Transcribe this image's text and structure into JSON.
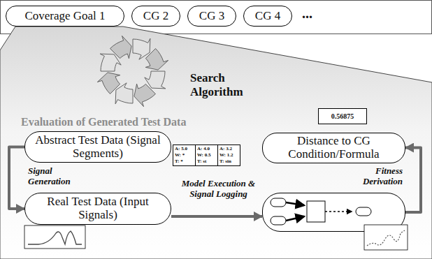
{
  "diagram": {
    "nodes": [
      {
        "text": [
          "Coverage Goal 1"
        ]
      },
      {
        "text": [
          "CG 2"
        ]
      },
      {
        "text": [
          "CG 3"
        ]
      },
      {
        "text": [
          "CG 4"
        ]
      },
      {
        "text": [
          "Abstract Test Data (Signal Segments)"
        ]
      },
      {
        "text": [
          "0.56875"
        ]
      },
      {
        "text": [
          "Distance to CG Condition/Formula"
        ]
      },
      {
        "text": [
          "Real Test Data (Input Signals)"
        ]
      },
      {
        "text": []
      }
    ],
    "edges": [
      {
        "from": 4,
        "to": 7,
        "arrow": "to",
        "label": "Signal Generation"
      },
      {
        "from": 7,
        "to": 8,
        "arrow": "to",
        "label": "Model Execution & Signal Logging"
      },
      {
        "from": 8,
        "to": 6,
        "arrow": "to",
        "label": "Fitness Derivation"
      }
    ],
    "labels": [
      "...",
      "Search Algorithm",
      "Evaluation of Generated Test Data",
      "A: 5.0",
      "W: *",
      "T: *",
      "A: 4.0",
      "W: 0.5",
      "T: st",
      "A: 3.2",
      "W: 1.2",
      "T: sin"
    ]
  }
}
